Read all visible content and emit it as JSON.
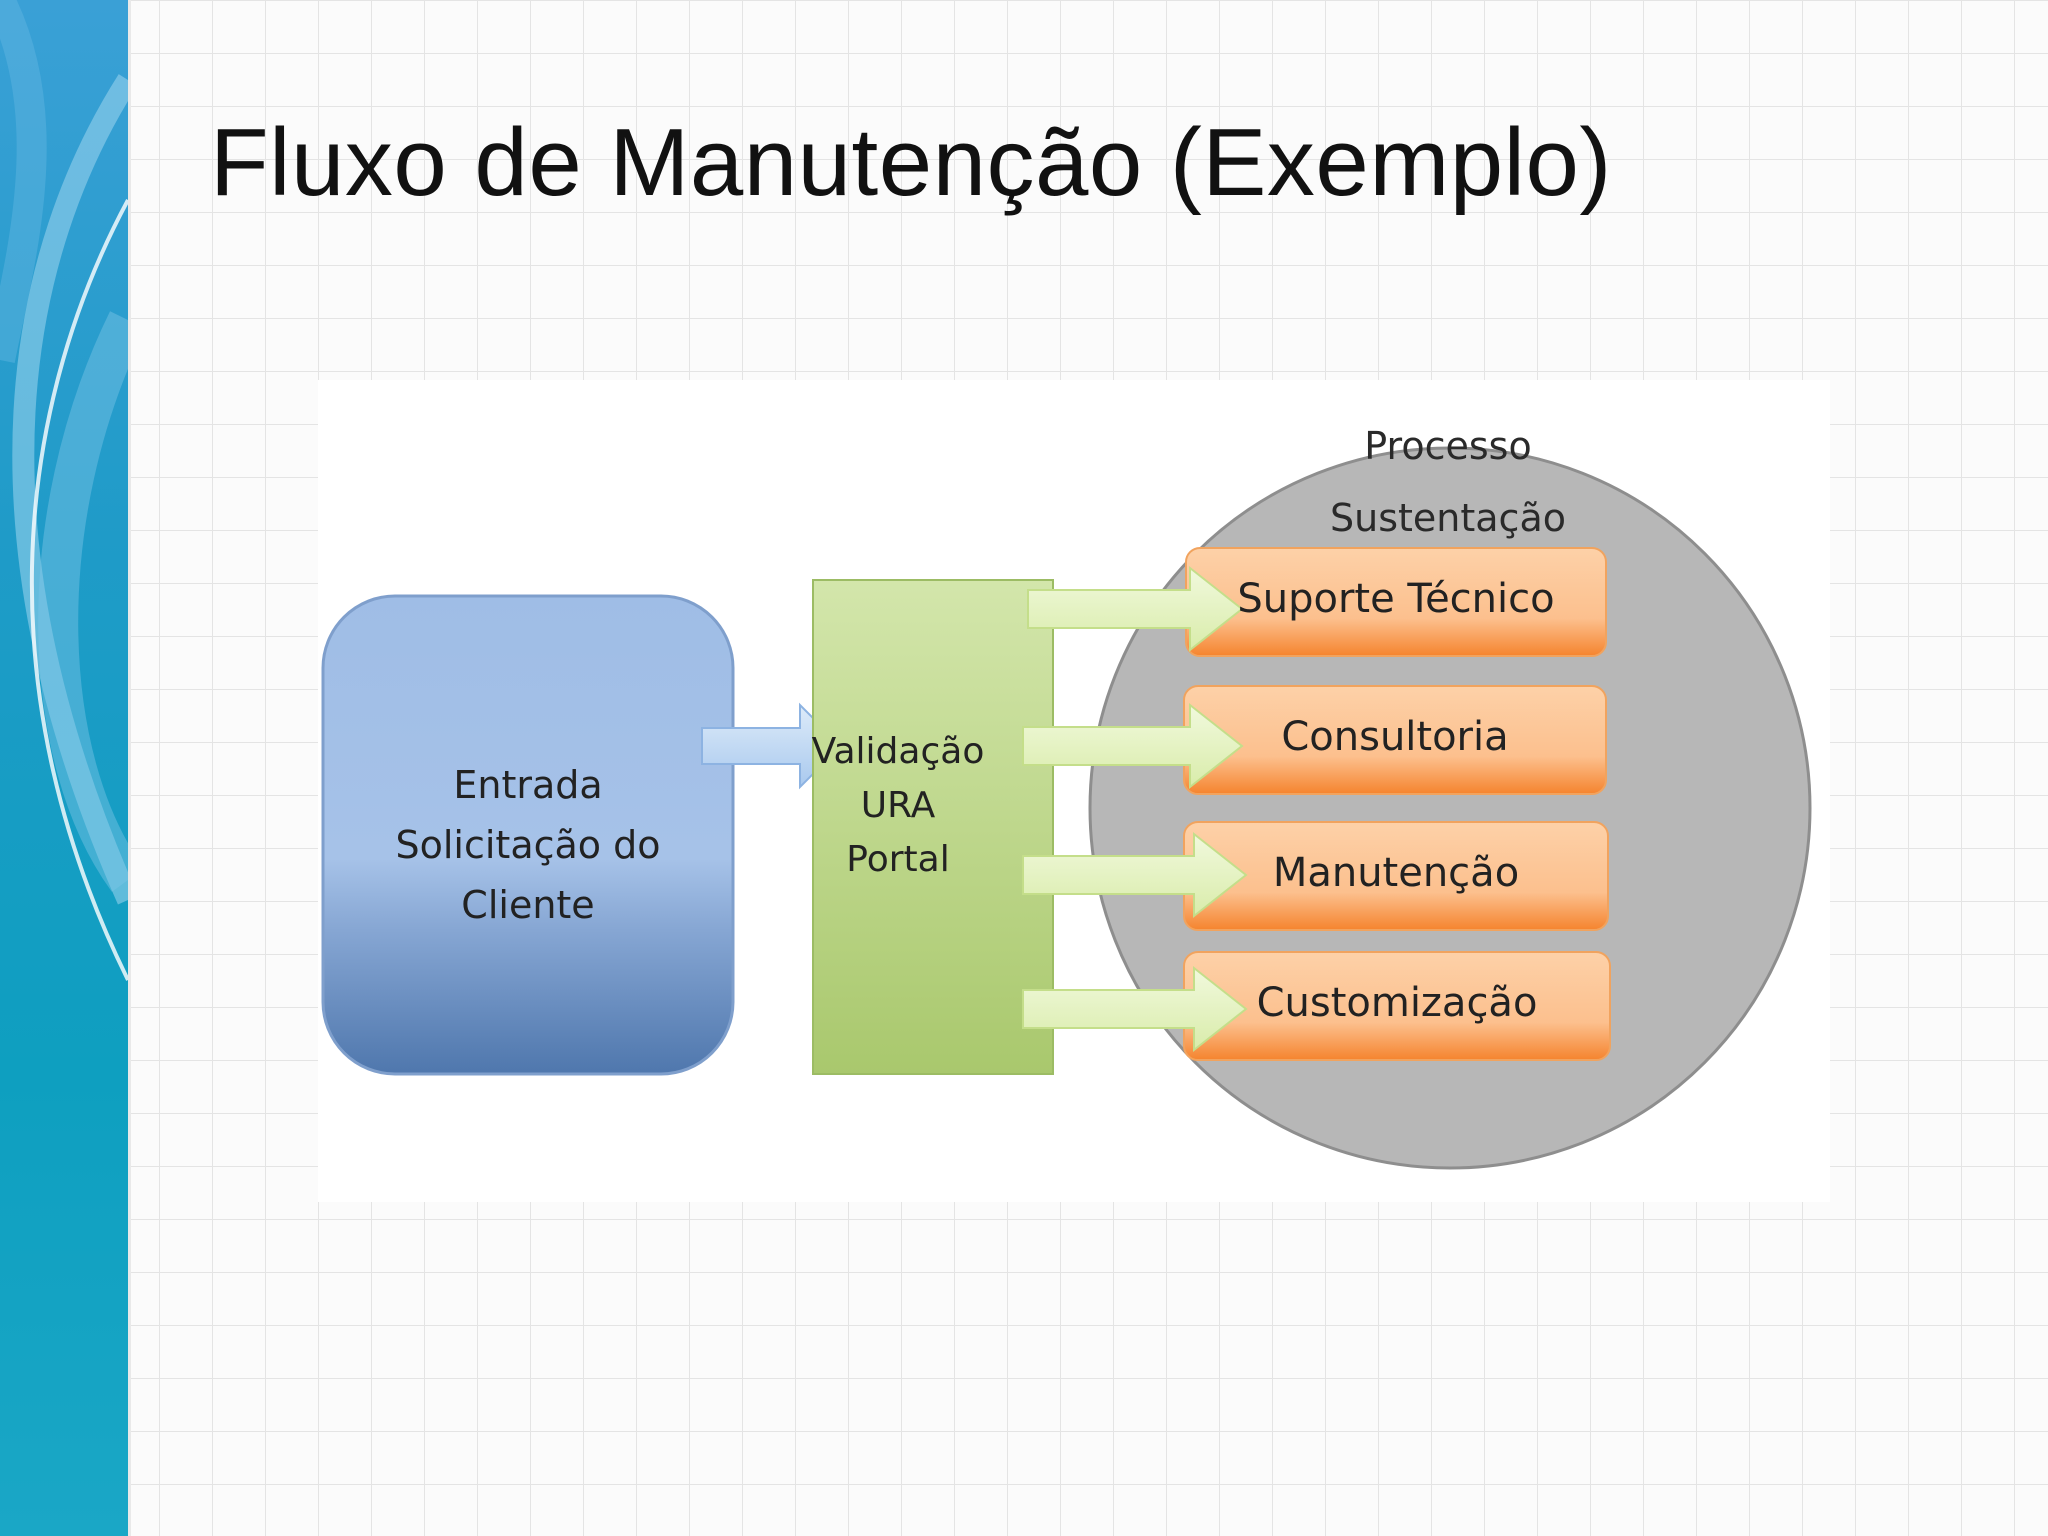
{
  "slide": {
    "title": "Fluxo de Manutenção (Exemplo)"
  },
  "diagram": {
    "entrada": {
      "line1": "Entrada",
      "line2": "Solicitação do",
      "line3": "Cliente"
    },
    "validacao": {
      "line1": "Validação",
      "line2": "URA",
      "line3": "Portal"
    },
    "processo": {
      "line1": "Processo",
      "line2": "Sustentação"
    },
    "steps": [
      {
        "label": "Suporte Técnico"
      },
      {
        "label": "Consultoria"
      },
      {
        "label": "Manutenção"
      },
      {
        "label": "Customização"
      }
    ]
  },
  "colors": {
    "entrada_top": "#a3c0e6",
    "entrada_bottom": "#5c84b9",
    "validacao": "#c7dd9b",
    "circle": "#b5b5b5",
    "step_fill": "#fcbf8a",
    "step_edge": "#f28a3a",
    "arrow_blue": "#c4dcf5",
    "arrow_green": "#e7f4c6"
  }
}
